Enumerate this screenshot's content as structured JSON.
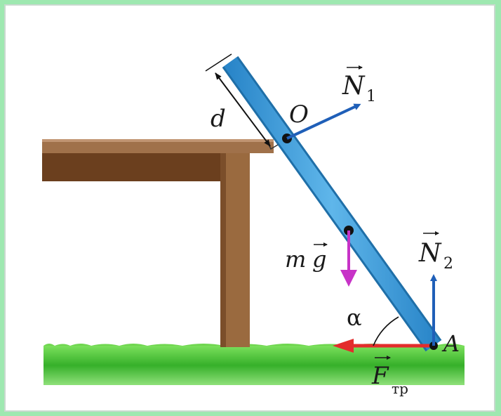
{
  "labels": {
    "d": "d",
    "O": "O",
    "A": "A",
    "N1": "N",
    "N1_sub": "1",
    "N2": "N",
    "N2_sub": "2",
    "mg_m": "m",
    "mg_g": "g",
    "alpha": "α",
    "F": "F",
    "F_sub": "тр"
  },
  "colors": {
    "rod": "#3d9bd8",
    "rod_edge": "#1f6fa8",
    "table_top": "#a0714a",
    "table_dark": "#6b3f1e",
    "table_leg": "#9a6a3f",
    "grass": "#49c23a",
    "force_blue": "#1f5fb8",
    "gravity": "#c733c7",
    "friction": "#e32c2c",
    "background": "#9ee8b0"
  },
  "icons": {
    "vector_arrow": "small-arrow-over-symbol"
  }
}
